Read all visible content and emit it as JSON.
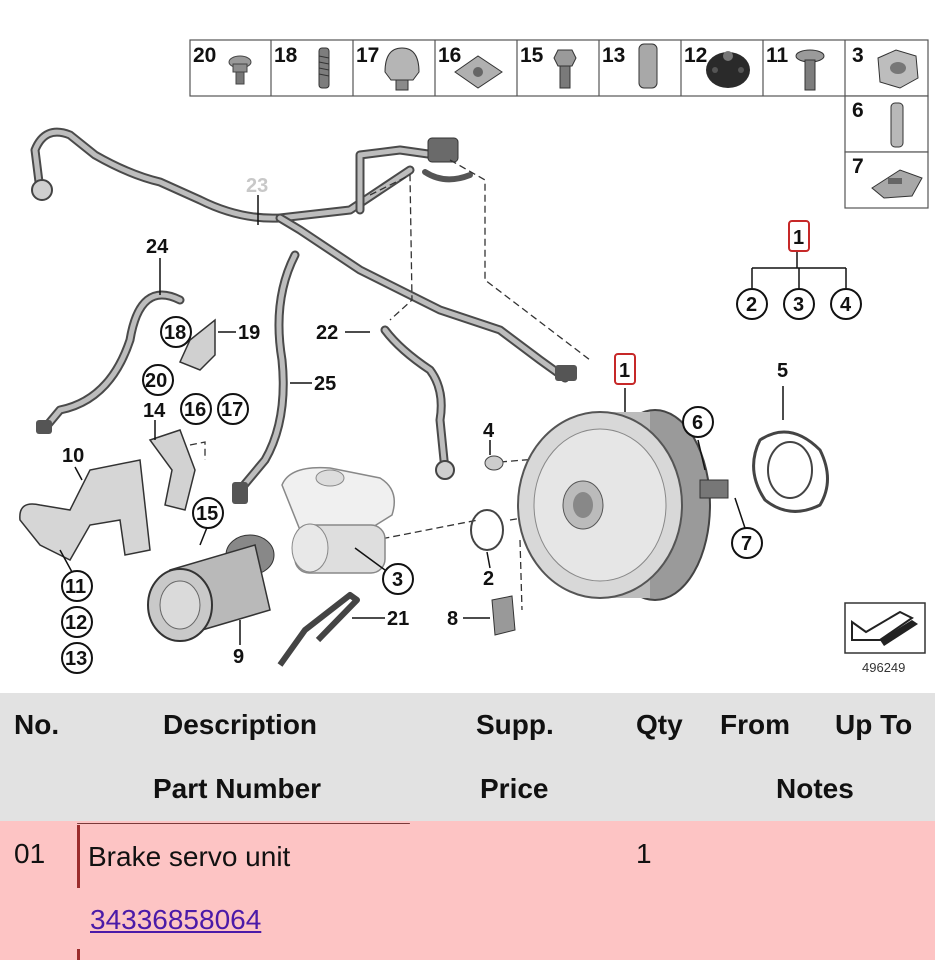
{
  "diagram": {
    "reference_number": "496249",
    "legend_parts": [
      {
        "no": "20",
        "icon": "bolt-icon"
      },
      {
        "no": "18",
        "icon": "stud-icon"
      },
      {
        "no": "17",
        "icon": "clip-icon"
      },
      {
        "no": "16",
        "icon": "nut-clip-icon"
      },
      {
        "no": "15",
        "icon": "bolt-icon"
      },
      {
        "no": "13",
        "icon": "sleeve-icon"
      },
      {
        "no": "12",
        "icon": "rubber-mount-icon"
      },
      {
        "no": "11",
        "icon": "screw-icon"
      },
      {
        "no": "3",
        "icon": "hex-nut-icon"
      },
      {
        "no": "6",
        "icon": "pin-icon"
      },
      {
        "no": "7",
        "icon": "bracket-clip-icon"
      }
    ],
    "callouts": [
      "1",
      "2",
      "3",
      "4",
      "5",
      "6",
      "7",
      "8",
      "9",
      "10",
      "11",
      "12",
      "13",
      "14",
      "15",
      "16",
      "17",
      "18",
      "19",
      "20",
      "21",
      "22",
      "23",
      "24",
      "25"
    ],
    "subassembly": {
      "parent": "1",
      "children": [
        "2",
        "3",
        "4"
      ]
    }
  },
  "table": {
    "headers": {
      "no": "No.",
      "description": "Description",
      "supp": "Supp.",
      "qty": "Qty",
      "from": "From",
      "up_to": "Up To",
      "part_number": "Part Number",
      "price": "Price",
      "notes": "Notes"
    },
    "rows": [
      {
        "no": "01",
        "description": "Brake servo unit",
        "qty": "1",
        "part_number": "34336858064",
        "highlight_color": "#fdc4c4"
      }
    ]
  }
}
